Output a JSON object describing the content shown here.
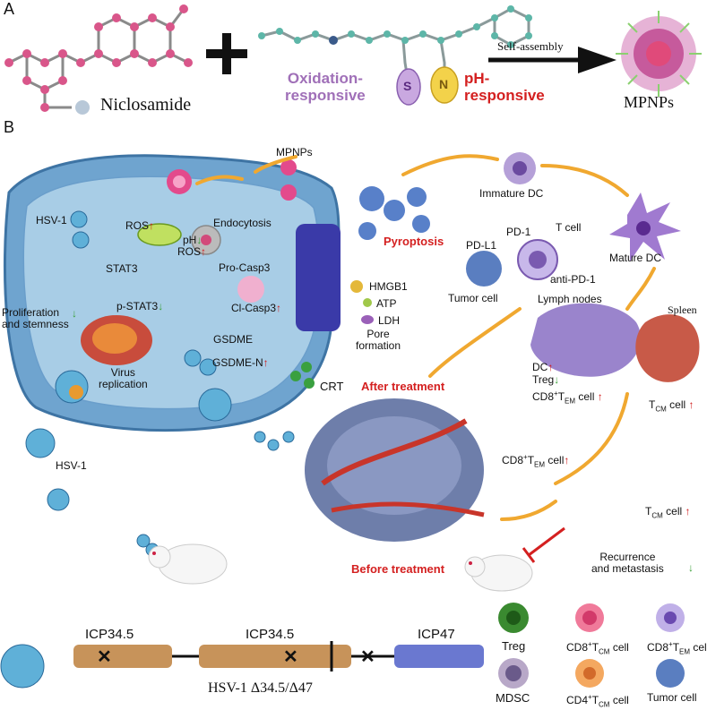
{
  "panel_a": {
    "letter": "A",
    "niclosamide_label": "Niclosamide",
    "oxidation_label": "Oxidation-\nresponsive",
    "ph_label": "pH-\nresponsive",
    "self_assembly_label": "Self-assembly",
    "mpnps_label": "MPNPs",
    "s_glyph": "S",
    "n_glyph": "N"
  },
  "panel_b": {
    "letter": "B",
    "mpnps_label": "MPNPs",
    "hsv1_label": "HSV-1",
    "ros_label": "ROS",
    "endocytosis_label": "Endocytosis",
    "ph_label": "pH",
    "ros2_label": "ROS",
    "stat3_label": "STAT3",
    "pro_casp3_label": "Pro-Casp3",
    "p_stat3_label": "p-STAT3",
    "cl_casp3_label": "Cl-Casp3",
    "proliferation_label": "Proliferation\nand stemness",
    "gsdme_label": "GSDME",
    "gsdme_n_label": "GSDME-N",
    "virus_replication_label": "Virus\nreplication",
    "pore_label": "Pore\nformation",
    "hmgb1_label": "HMGB1",
    "atp_label": "ATP",
    "ldh_label": "LDH",
    "crt_label": "CRT",
    "pyroptosis_label": "Pyroptosis",
    "immature_dc_label": "Immature DC",
    "mature_dc_label": "Mature DC",
    "tcell_label": "T cell",
    "pd1_label": "PD-1",
    "pdl1_label": "PD-L1",
    "anti_pd1_label": "anti-PD-1",
    "tumor_cell_label": "Tumor cell",
    "lymph_label": "Lymph nodes",
    "spleen_label": "Spleen",
    "dc_label": "DC",
    "treg_label": "Treg",
    "cd8_label": "CD8",
    "tem_sup": "+",
    "tem_sub": "EM",
    "cell_word": "cell",
    "tcm_T": "T",
    "tcm_sub": "CM",
    "after_label": "After treatment",
    "before_label": "Before treatment",
    "recurrence_label": "Recurrence\nand metastasis",
    "hsv1_virus_label": "HSV-1"
  },
  "legend": {
    "treg": "Treg",
    "mdsc": "MDSC",
    "cd8_tcm": "CD8",
    "cd4_tcm": "CD4",
    "cd8_tem": "CD8",
    "tumor": "Tumor cell",
    "plus": "+",
    "cm": "CM",
    "em": "EM",
    "cell": "cell"
  },
  "genome": {
    "icp345_left": "ICP34.5",
    "icp345_right": "ICP34.5",
    "icp47": "ICP47",
    "caption": "HSV-1 Δ34.5/Δ47",
    "x_mark": "✕"
  },
  "colors": {
    "oxidation": "#a070b8",
    "ph": "#d42020",
    "pyroptosis": "#d42020",
    "after_treatment": "#d42020",
    "before_treatment": "#d42020",
    "cell_blue": "#4a86b8",
    "gene_tan": "#c7935a",
    "gene_blue": "#6a78d0"
  }
}
